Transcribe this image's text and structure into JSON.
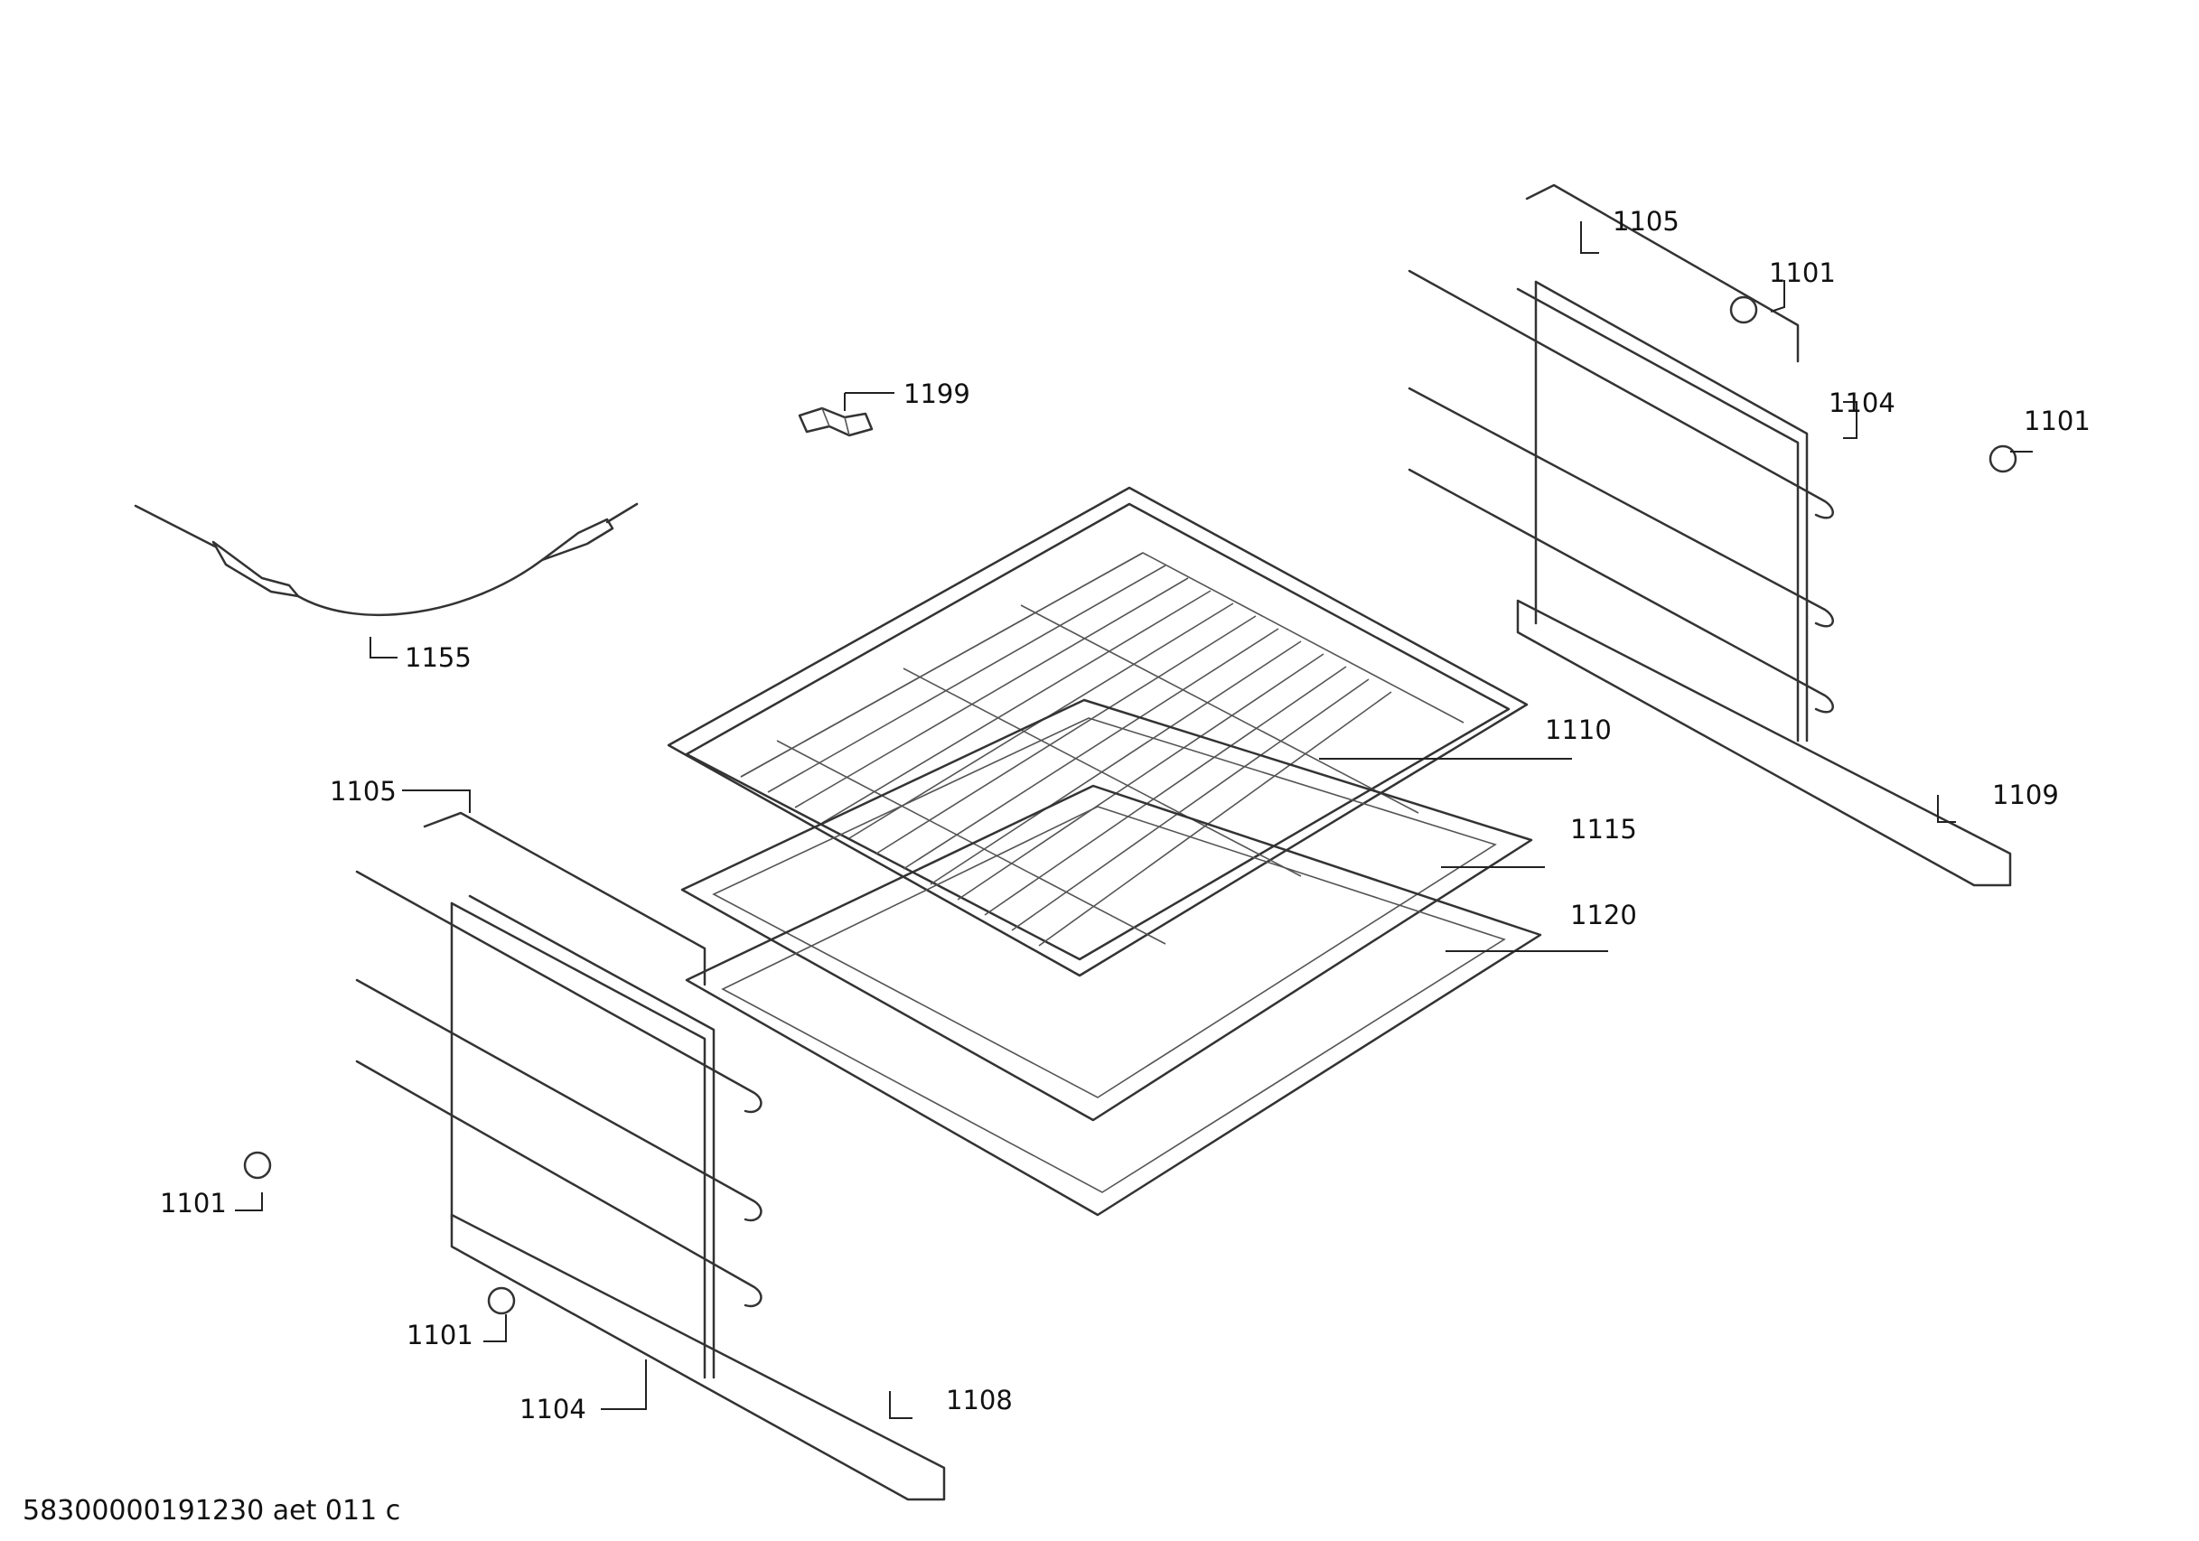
{
  "document_id": "58300000191230 aet 011 c",
  "parts": {
    "p1105_top": "1105",
    "p1101_top": "1101",
    "p1101_right": "1101",
    "p1104_right": "1104",
    "p1199": "1199",
    "p1155": "1155",
    "p1110": "1110",
    "p1109": "1109",
    "p1115": "1115",
    "p1120": "1120",
    "p1105_left": "1105",
    "p1101_left": "1101",
    "p1101_bottom": "1101",
    "p1104_left": "1104",
    "p1108": "1108"
  }
}
